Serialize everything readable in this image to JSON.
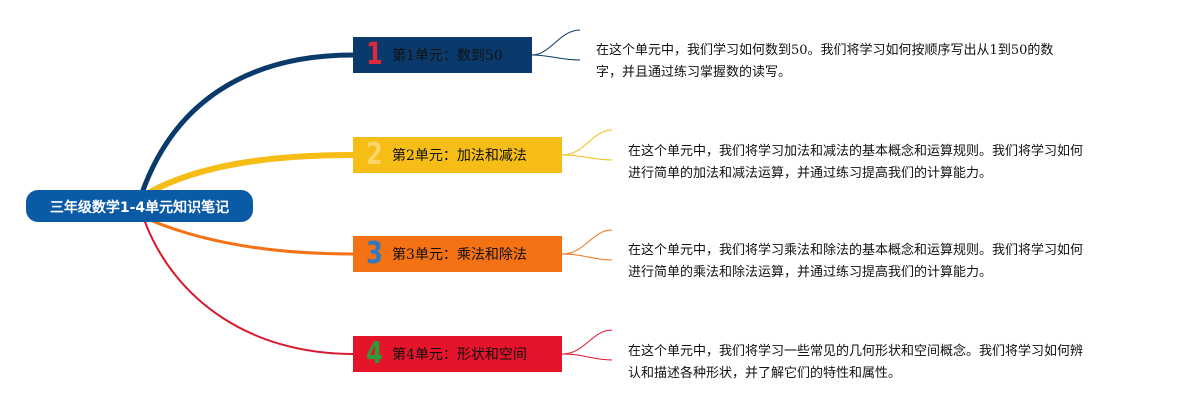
{
  "root": {
    "label": "三年级数学1-4单元知识笔记"
  },
  "branches": [
    {
      "number": "1",
      "title": "第1单元：数到50",
      "lines": [
        "在这个单元中，我们学习如何数到50。我们将学习如何按顺序写出从1到50的数",
        "字，并且通过练习掌握数的读写。"
      ]
    },
    {
      "number": "2",
      "title": "第2单元：加法和减法",
      "lines": [
        "在这个单元中，我们将学习加法和减法的基本概念和运算规则。我们将学习如何",
        "进行简单的加法和减法运算，并通过练习提高我们的计算能力。"
      ]
    },
    {
      "number": "3",
      "title": "第3单元：乘法和除法",
      "lines": [
        "在这个单元中，我们将学习乘法和除法的基本概念和运算规则。我们将学习如何",
        "进行简单的乘法和除法运算，并通过练习提高我们的计算能力。"
      ]
    },
    {
      "number": "4",
      "title": "第4单元：形状和空间",
      "lines": [
        "在这个单元中，我们将学习一些常见的几何形状和空间概念。我们将学习如何辨",
        "认和描述各种形状，并了解它们的特性和属性。"
      ]
    }
  ],
  "colors": {
    "root": "#0b5aa6",
    "branch1": "#0a3a6b",
    "branch2": "#f6bd16",
    "branch3": "#f47114",
    "branch4": "#e6142b"
  }
}
